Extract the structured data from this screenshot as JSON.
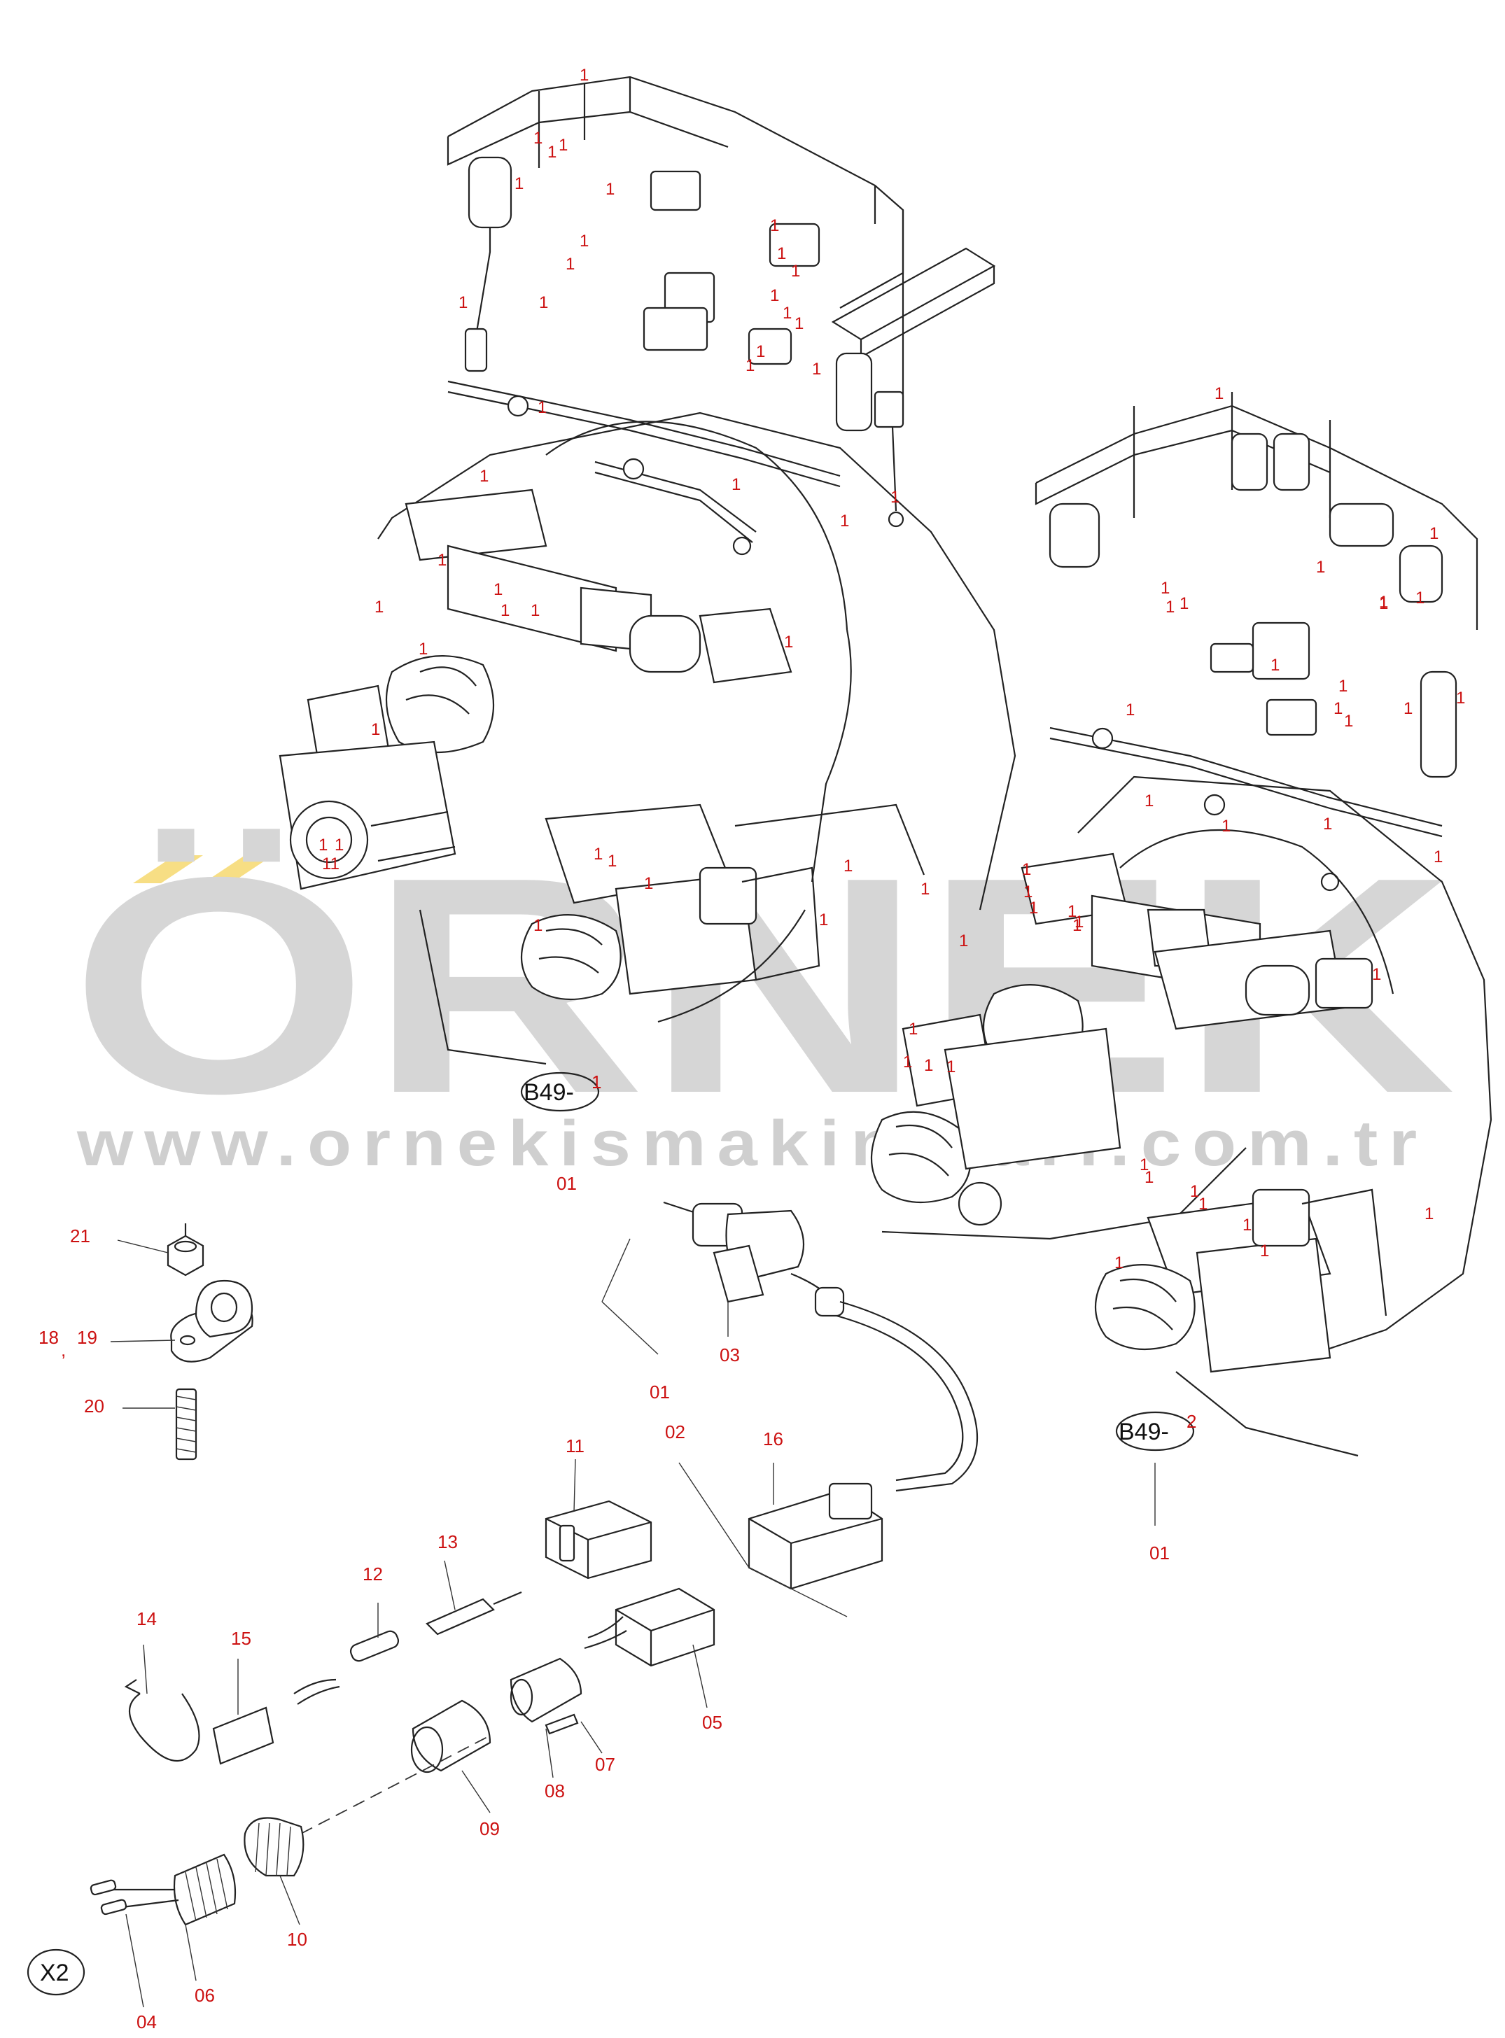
{
  "watermark": {
    "brand": "ÖRNEK",
    "url": "www.ornekismakinalari.com.tr",
    "color_text": "#d6d6d6",
    "color_accent": "#f7de84"
  },
  "reference_labels": {
    "b49_1_prefix": "B49-",
    "b49_1_sup": "1",
    "b49_2_prefix": "B49-",
    "b49_2_sup": "2",
    "x2": "X2"
  },
  "part_callouts": {
    "p01a": "01",
    "p01b": "01",
    "p01c": "01",
    "p02": "02",
    "p03": "03",
    "p04": "04",
    "p05": "05",
    "p06": "06",
    "p07": "07",
    "p08": "08",
    "p09": "09",
    "p10": "10",
    "p11": "11",
    "p12": "12",
    "p13": "13",
    "p14": "14",
    "p15": "15",
    "p16": "16",
    "p18": "18",
    "p18_sep": ",",
    "p19": "19",
    "p20": "20",
    "p21": "21"
  },
  "assembly_marker": "1",
  "assembly_marker_pair": "11",
  "colors": {
    "callout": "#cc1111",
    "line": "#222222"
  }
}
